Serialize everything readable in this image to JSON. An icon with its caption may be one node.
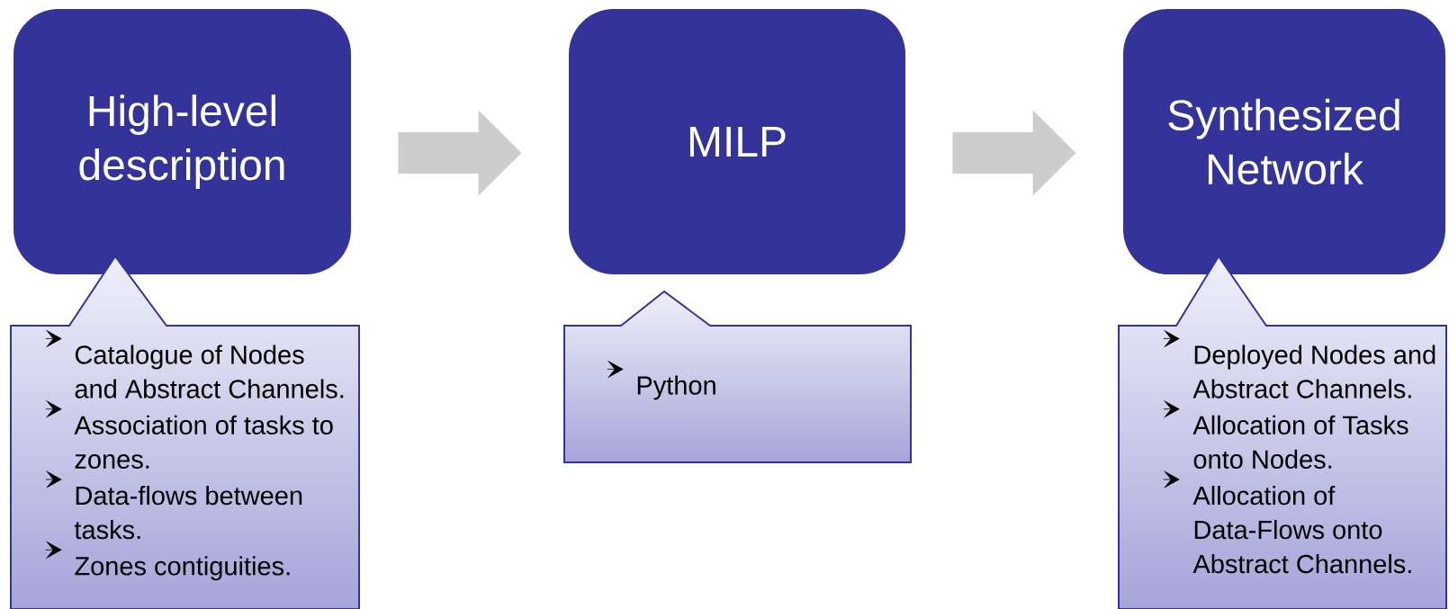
{
  "diagram": {
    "nodes": [
      {
        "text": [
          "High-level description"
        ]
      },
      {
        "text": [
          "MILP"
        ]
      },
      {
        "text": [
          "Synthesized Network"
        ]
      },
      {
        "text": [
          "Catalogue of Nodes and Abstract Channels.",
          "Association of tasks to zones.",
          "Data-flows between tasks.",
          "Zones contiguities."
        ]
      },
      {
        "text": [
          "Python"
        ]
      },
      {
        "text": [
          "Deployed Nodes and Abstract Channels.",
          "Allocation of Tasks onto Nodes.",
          "Allocation of Data-Flows onto Abstract Channels."
        ]
      }
    ],
    "edges": [
      {
        "from": 0,
        "to": 1,
        "arrow": "to"
      },
      {
        "from": 1,
        "to": 2,
        "arrow": "to"
      }
    ]
  }
}
